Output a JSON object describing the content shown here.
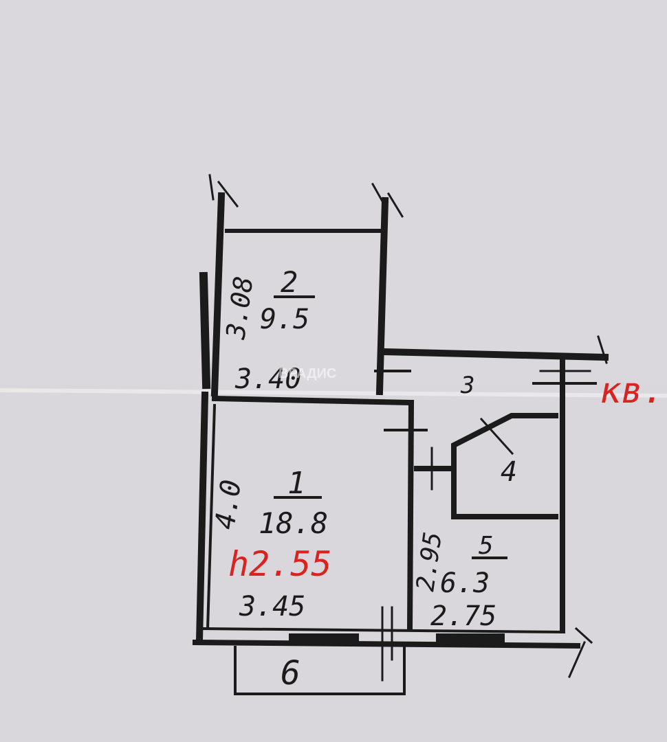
{
  "plan": {
    "rooms": [
      {
        "number": "2",
        "area": "9.5"
      },
      {
        "number": "1",
        "area": "18.8"
      },
      {
        "number": "3",
        "area": ""
      },
      {
        "number": "4",
        "area": ""
      },
      {
        "number": "5",
        "area": "6.3"
      },
      {
        "number": "6",
        "area": ""
      }
    ],
    "dimensions": {
      "room2_height": "3.08",
      "room2_width": "3.40",
      "room1_height": "4.0",
      "room1_width": "3.45",
      "room5_height": "2.95",
      "room5_width": "2.75"
    },
    "annotations": {
      "height_note": "h2.55",
      "edge_note": "кв."
    },
    "watermark": "ВРАДИС"
  },
  "colors": {
    "paper": "#d9d6dc",
    "ink": "#1b1b1b",
    "red_ink": "#d8231f"
  }
}
